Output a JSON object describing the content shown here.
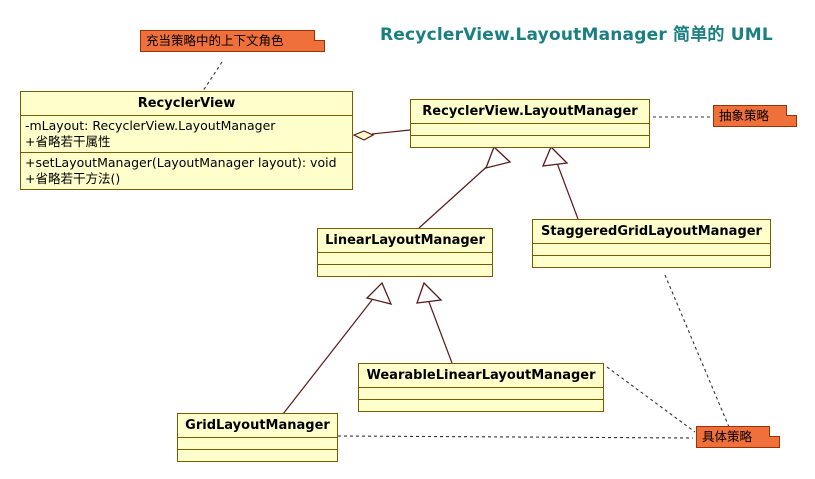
{
  "diagram": {
    "title": "RecyclerView.LayoutManager 简单的 UML",
    "title_color": "#1a7f82",
    "class_fill": "#ffffcc",
    "class_border": "#7a5c00",
    "note_fill": "#f0703c",
    "note_border": "#993300",
    "background": "#ffffff"
  },
  "classes": {
    "recyclerview": {
      "name": "RecyclerView",
      "attributes": [
        "-mLayout: RecyclerView.LayoutManager",
        "+省略若干属性"
      ],
      "methods": [
        "+setLayoutManager(LayoutManager layout): void",
        "+省略若干方法()"
      ]
    },
    "layoutmanager": {
      "name": "RecyclerView.LayoutManager",
      "attributes": [],
      "methods": []
    },
    "linear": {
      "name": "LinearLayoutManager",
      "attributes": [],
      "methods": []
    },
    "staggered": {
      "name": "StaggeredGridLayoutManager",
      "attributes": [],
      "methods": []
    },
    "wearable": {
      "name": "WearableLinearLayoutManager",
      "attributes": [],
      "methods": []
    },
    "grid": {
      "name": "GridLayoutManager",
      "attributes": [],
      "methods": []
    }
  },
  "notes": {
    "context_role": "充当策略中的上下文角色",
    "abstract_strategy": "抽象策略",
    "concrete_strategy": "具体策略"
  },
  "relations": [
    {
      "type": "aggregation",
      "from": "RecyclerView",
      "to": "RecyclerView.LayoutManager"
    },
    {
      "type": "generalization",
      "from": "LinearLayoutManager",
      "to": "RecyclerView.LayoutManager"
    },
    {
      "type": "generalization",
      "from": "StaggeredGridLayoutManager",
      "to": "RecyclerView.LayoutManager"
    },
    {
      "type": "generalization",
      "from": "GridLayoutManager",
      "to": "LinearLayoutManager"
    },
    {
      "type": "generalization",
      "from": "WearableLinearLayoutManager",
      "to": "LinearLayoutManager"
    },
    {
      "type": "note-link",
      "from": "充当策略中的上下文角色",
      "to": "RecyclerView"
    },
    {
      "type": "note-link",
      "from": "抽象策略",
      "to": "RecyclerView.LayoutManager"
    },
    {
      "type": "note-link",
      "from": "具体策略",
      "to": "StaggeredGridLayoutManager"
    },
    {
      "type": "note-link",
      "from": "具体策略",
      "to": "WearableLinearLayoutManager"
    },
    {
      "type": "note-link",
      "from": "具体策略",
      "to": "GridLayoutManager"
    }
  ]
}
